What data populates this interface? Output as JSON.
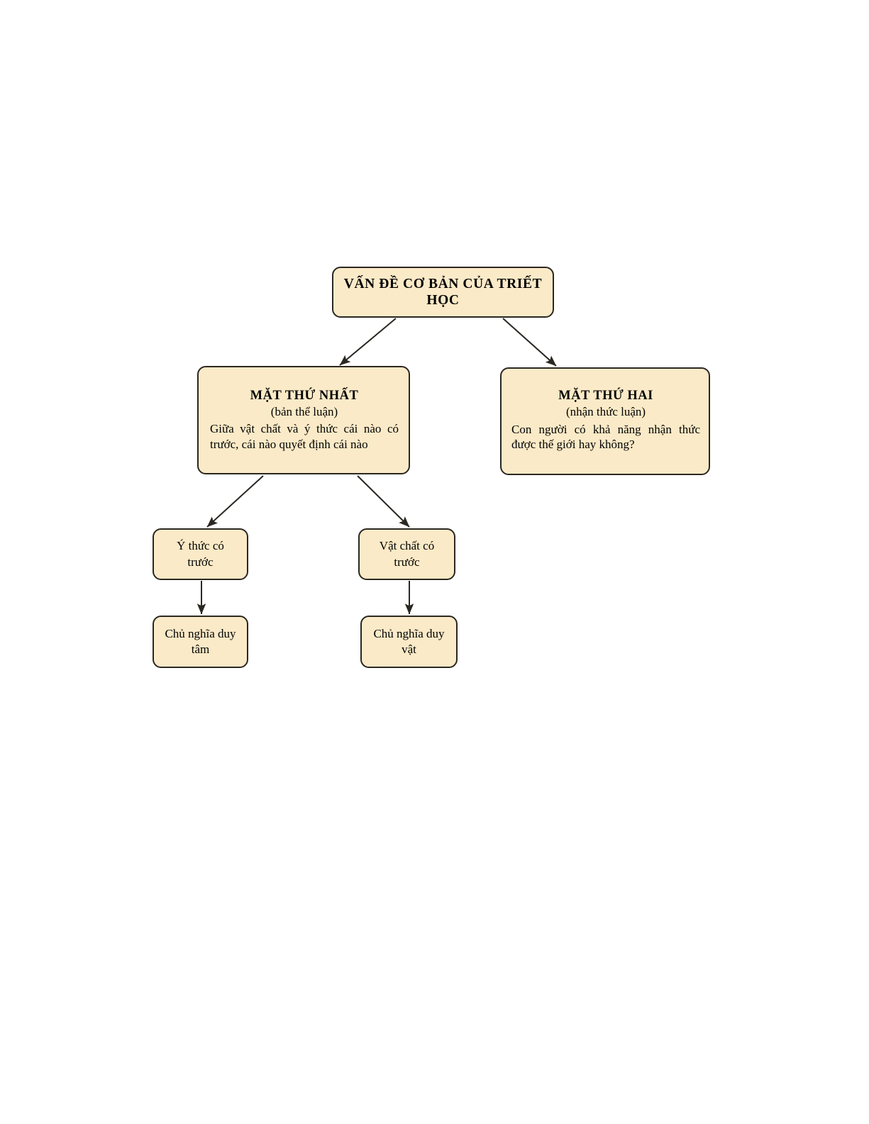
{
  "diagram": {
    "root": {
      "title": "VẤN ĐỀ CƠ BẢN CỦA TRIẾT HỌC"
    },
    "first_aspect": {
      "title": "MẶT THỨ NHẤT",
      "subtitle": "(bản thể luận)",
      "body": "Giữa vật chất và ý thức cái nào có trước, cái nào quyết định cái nào"
    },
    "second_aspect": {
      "title": "MẶT THỨ HAI",
      "subtitle": "(nhận thức luận)",
      "body": "Con người có khả năng nhận thức được thế giới hay không?"
    },
    "idealism_premise": {
      "label": "Ý thức có trước"
    },
    "materialism_premise": {
      "label": "Vật chất có trước"
    },
    "idealism": {
      "label": "Chủ nghĩa duy tâm"
    },
    "materialism": {
      "label": "Chủ nghĩa duy vật"
    }
  },
  "style": {
    "node_fill": "#fbeac7",
    "node_border": "#2b2722",
    "edge_color": "#2b2722",
    "page_background": "#ffffff",
    "text_color": "#000000"
  }
}
